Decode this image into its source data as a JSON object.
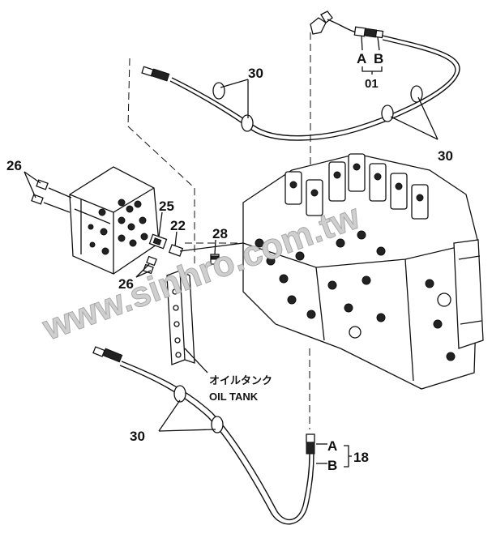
{
  "callouts": {
    "n30_top": "30",
    "n30_right": "30",
    "n30_bottom": "30",
    "n26_left": "26",
    "n26_bottom": "26",
    "n25": "25",
    "n22": "22",
    "n28": "28",
    "n01": "01",
    "n18": "18"
  },
  "ports": {
    "top_a": "A",
    "top_b": "B",
    "bottom_a": "A",
    "bottom_b": "B"
  },
  "oil_tank": {
    "jp": "オイルタンク",
    "en": "OIL TANK"
  },
  "watermark": "www.sinhro.com.tw"
}
